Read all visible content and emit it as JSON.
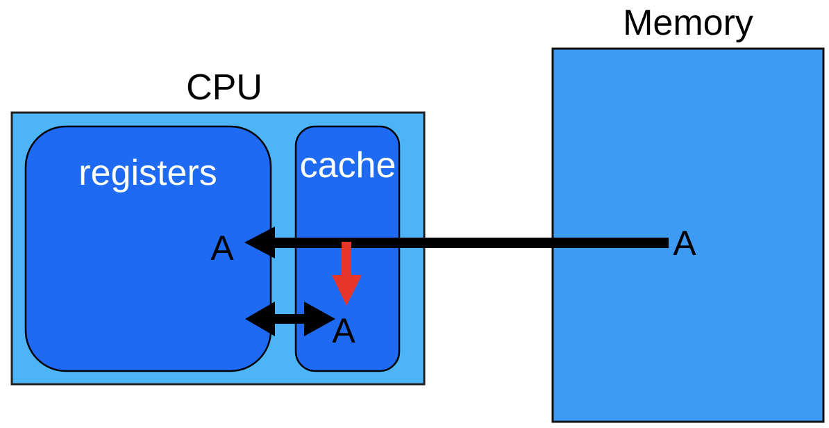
{
  "diagram": {
    "cpu": {
      "title": "CPU",
      "fill": "#4cb4f7"
    },
    "registers": {
      "label": "registers",
      "item": "A",
      "fill": "#1f6af2"
    },
    "cache": {
      "label": "cache",
      "item": "A",
      "fill": "#1f6af2"
    },
    "memory": {
      "title": "Memory",
      "item": "A",
      "fill": "#3d9bf4"
    },
    "arrows": [
      {
        "name": "memory-to-registers",
        "from": "memory.A",
        "to": "registers.A",
        "color": "#000000"
      },
      {
        "name": "load-into-cache",
        "from": "transfer-line",
        "to": "cache.A",
        "color": "#e8352a"
      },
      {
        "name": "registers-cache-exchange",
        "from": "registers",
        "to": "cache.A",
        "color": "#000000",
        "bidirectional": true
      }
    ]
  }
}
